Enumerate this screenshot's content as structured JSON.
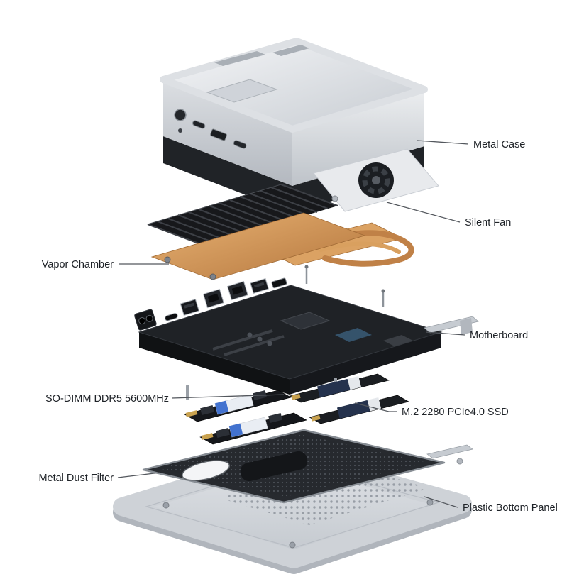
{
  "diagram": {
    "callouts": [
      {
        "label": "Metal Case",
        "side": "right"
      },
      {
        "label": "Silent Fan",
        "side": "right"
      },
      {
        "label": "Vapor Chamber",
        "side": "left"
      },
      {
        "label": "Motherboard",
        "side": "right"
      },
      {
        "label": "SO-DIMM DDR5 5600MHz",
        "side": "left"
      },
      {
        "label": "M.2 2280 PCIe4.0 SSD",
        "side": "right"
      },
      {
        "label": "Metal Dust Filter",
        "side": "left"
      },
      {
        "label": "Plastic Bottom Panel",
        "side": "right"
      }
    ],
    "colors": {
      "background": "#ffffff",
      "label_text": "#1e2227",
      "leader_line": "#53575d",
      "case_silver": "#d5d9de",
      "heatsink_black": "#17181b",
      "copper": "#c98e54",
      "pcb_dark": "#1f2226",
      "panel_gray": "#ccd0d6"
    }
  }
}
